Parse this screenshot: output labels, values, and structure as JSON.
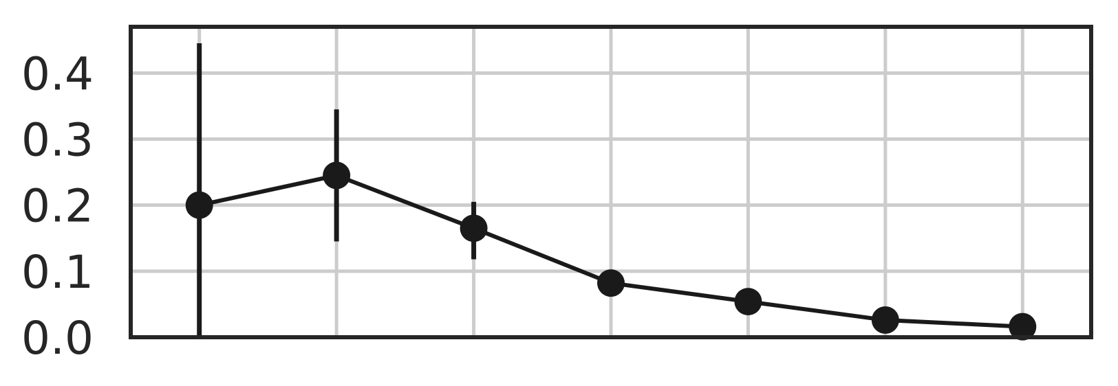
{
  "chart_data": {
    "type": "line",
    "title": "",
    "xlabel": "",
    "ylabel": "",
    "x": [
      1,
      2,
      3,
      4,
      5,
      6,
      7
    ],
    "xlim": [
      0.5,
      7.5
    ],
    "ylim": [
      0.0,
      0.47
    ],
    "yticks": [
      0.0,
      0.1,
      0.2,
      0.3,
      0.4
    ],
    "ytick_labels": [
      "0.0",
      "0.1",
      "0.2",
      "0.3",
      "0.4"
    ],
    "xticks": [
      1,
      2,
      3,
      4,
      5,
      6,
      7
    ],
    "xtick_labels": [],
    "grid": true,
    "legend": "none",
    "series": [
      {
        "values": [
          0.2,
          0.245,
          0.165,
          0.082,
          0.054,
          0.026,
          0.016
        ],
        "err_low": [
          0.0,
          0.145,
          0.118,
          0.065,
          0.054,
          0.026,
          0.016
        ],
        "err_high": [
          0.445,
          0.345,
          0.205,
          0.1,
          0.054,
          0.026,
          0.016
        ],
        "color": "#1a1a1a",
        "marker": "circle"
      }
    ],
    "colors": {
      "line": "#1a1a1a",
      "grid": "#cccccc",
      "frame": "#262626",
      "text": "#262626",
      "background": "#ffffff"
    }
  }
}
